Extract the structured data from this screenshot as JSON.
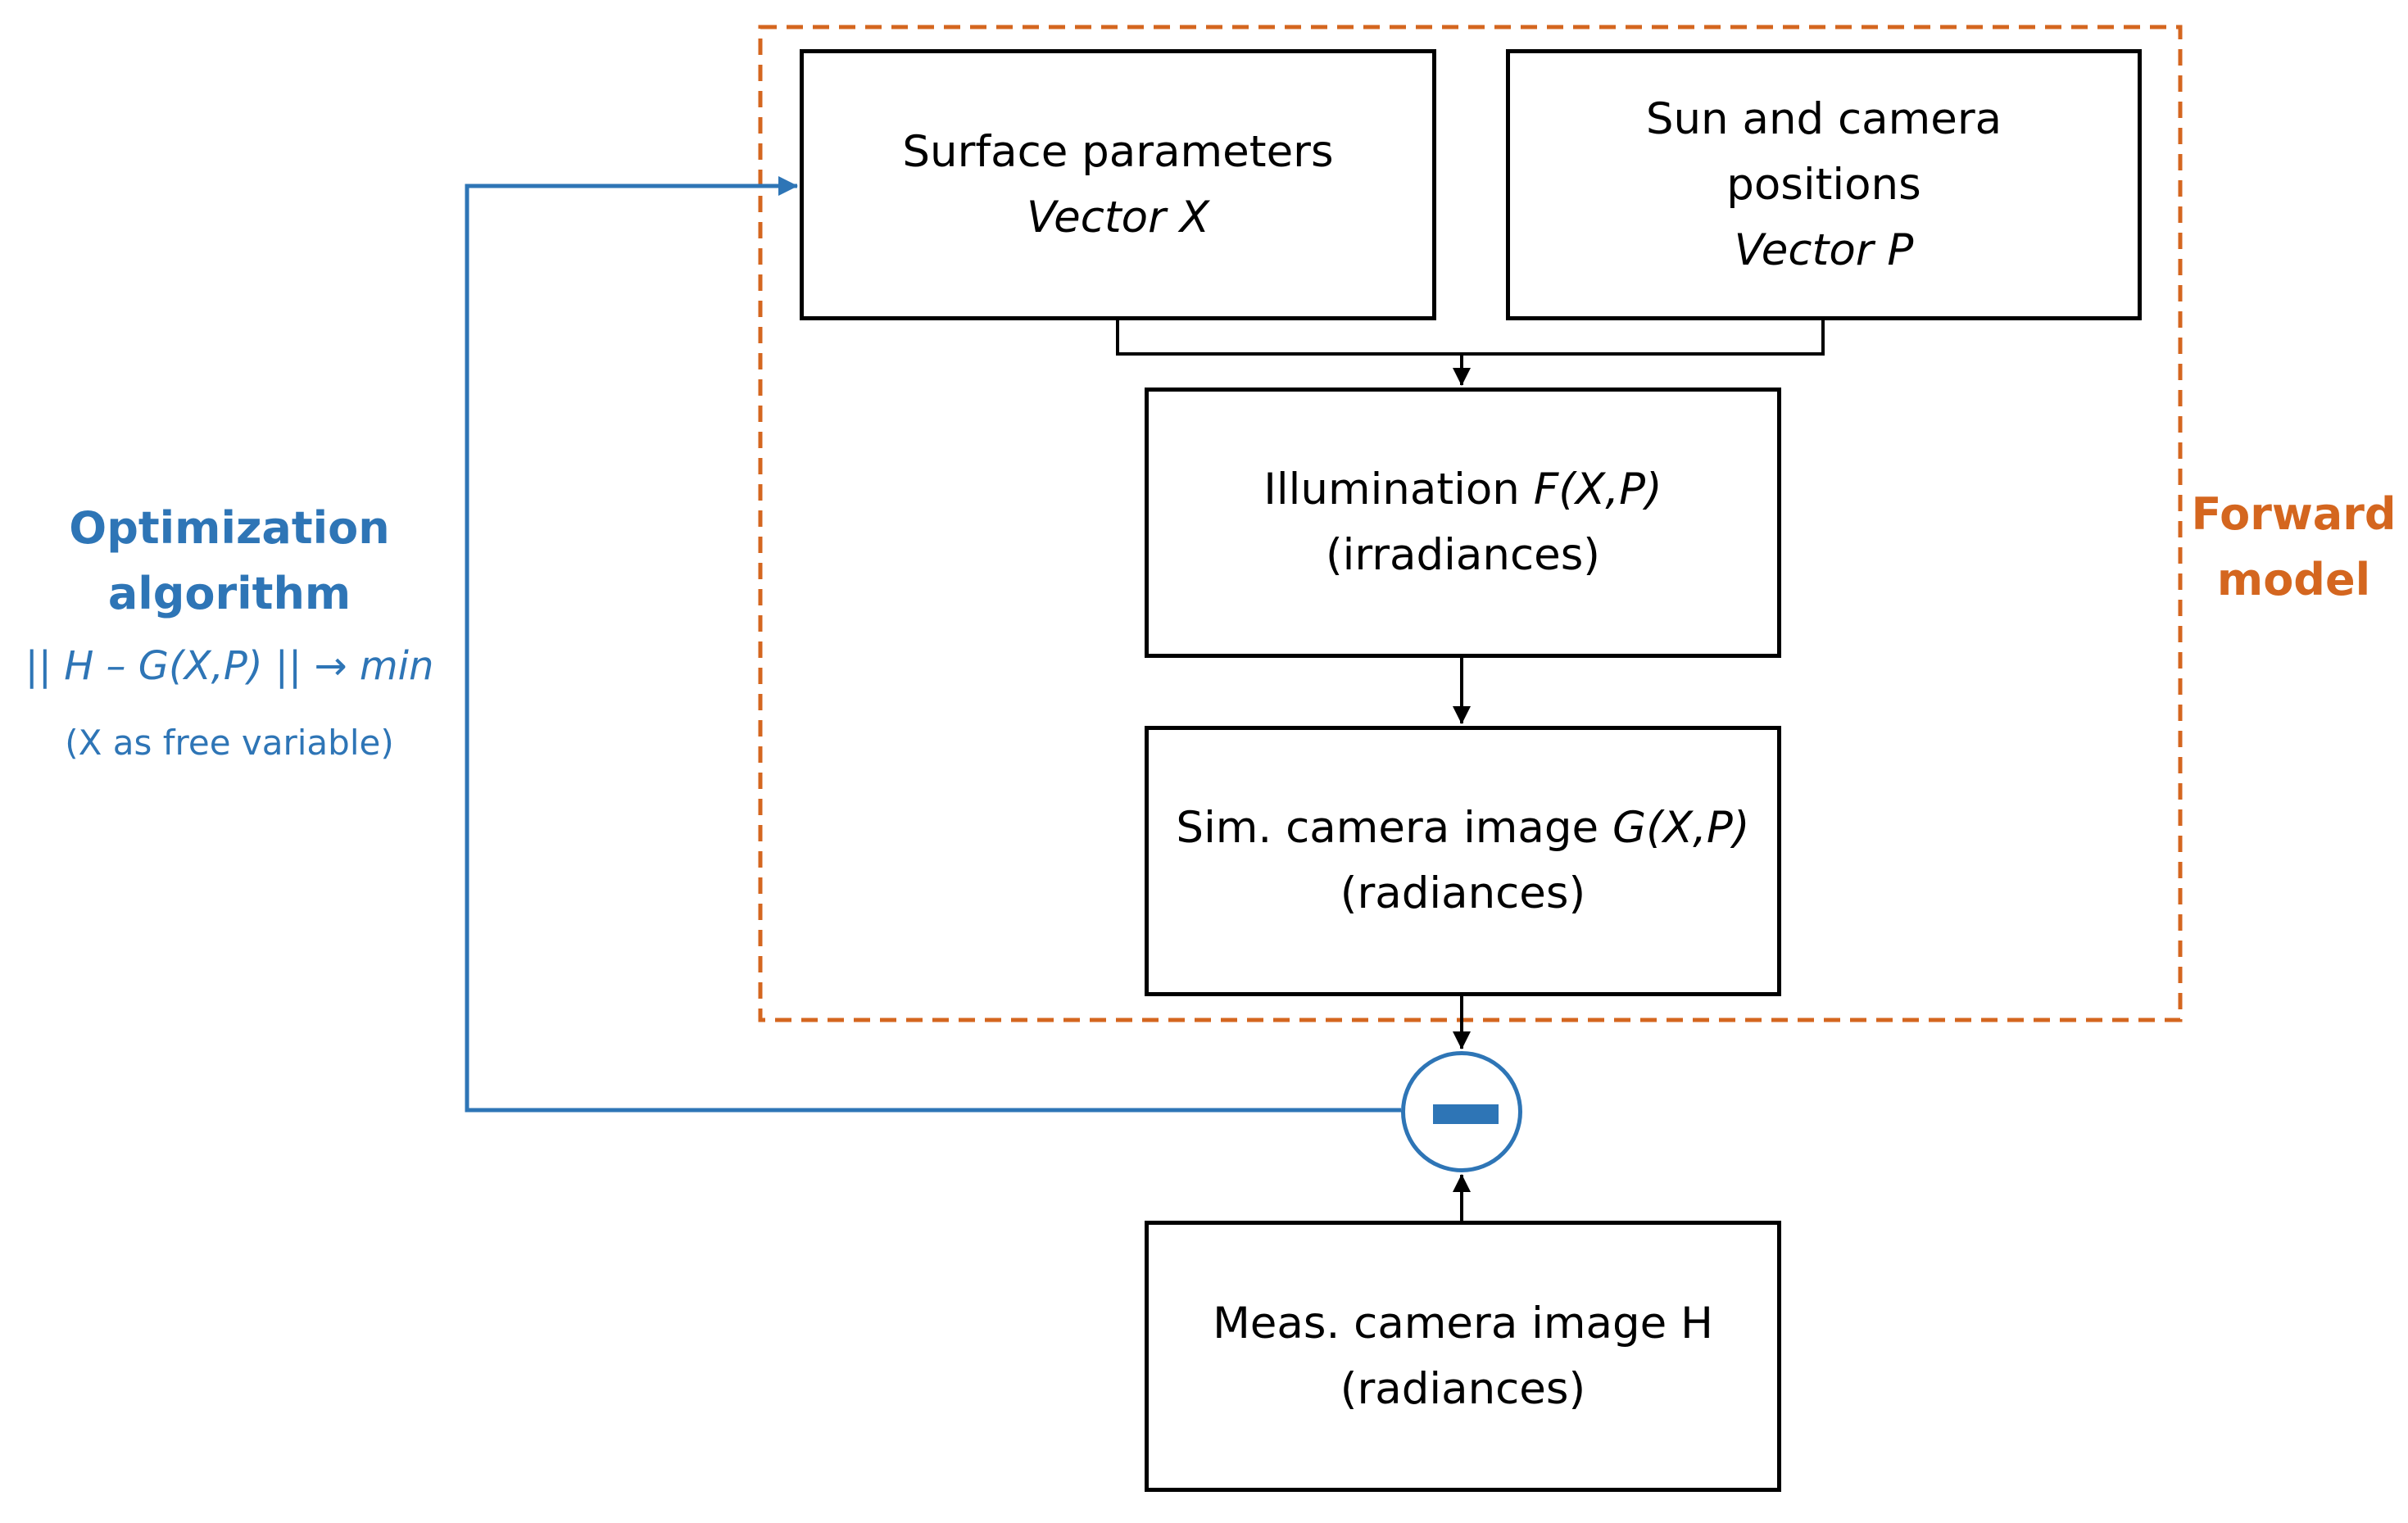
{
  "boxes": {
    "surface": {
      "line1": "Surface parameters",
      "line2": "Vector X"
    },
    "sun_camera": {
      "line1": "Sun and camera",
      "line2": "positions",
      "line3": "Vector P"
    },
    "illumination": {
      "line1_prefix": "Illumination ",
      "line1_math": "F(X,P)",
      "line2": "(irradiances)"
    },
    "sim_image": {
      "line1_prefix": "Sim. camera image ",
      "line1_math": "G(X,P)",
      "line2": "(radiances)"
    },
    "meas_image": {
      "line1": "Meas. camera image H",
      "line2": "(radiances)"
    }
  },
  "optimization": {
    "title_line1": "Optimization",
    "title_line2": "algorithm",
    "formula": "|| H – G(X,P) || → min",
    "note": "(X as free variable)"
  },
  "forward_model": {
    "line1": "Forward",
    "line2": "model"
  },
  "comparison_node": {
    "symbol": "minus-icon"
  },
  "colors": {
    "feedback": "#2e75b6",
    "forward_model": "#d4661f",
    "box_border": "#000000"
  }
}
